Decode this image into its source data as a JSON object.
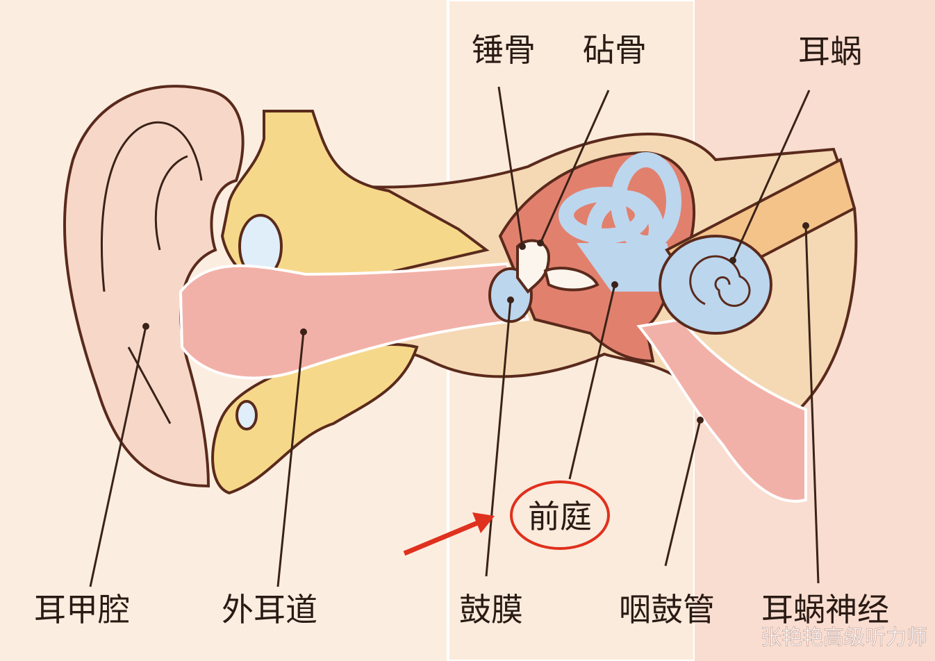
{
  "labels": {
    "malleus": "锤骨",
    "incus": "砧骨",
    "cochlea": "耳蜗",
    "vestibule": "前庭",
    "concha": "耳甲腔",
    "ear_canal": "外耳道",
    "eardrum": "鼓膜",
    "eustachian_tube": "咽鼓管",
    "cochlear_nerve": "耳蜗神经"
  },
  "highlight": {
    "target": "前庭",
    "color": "#e0301e"
  },
  "watermark": "张艳艳高级听力师",
  "colors": {
    "outer_bg": "#fbeee0",
    "middle_bg": "#faebdc",
    "inner_bg": "#f8ddd0",
    "skin": "#f7d8c8",
    "cartilage": "#f6d88a",
    "bone": "#f5d9b4",
    "canal": "#f2b1a8",
    "semicircular": "#bcd6ee",
    "tympanic": "#e2806e"
  }
}
